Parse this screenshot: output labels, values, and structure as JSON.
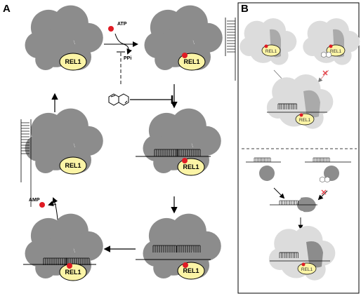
{
  "panels": {
    "a_label": "A",
    "b_label": "B"
  },
  "enzyme_label": "REL1",
  "molecules": {
    "atp": "ATP",
    "ppi": "PPi",
    "amp": "AMP"
  },
  "colors": {
    "cloud_dark": "#8c8c8c",
    "cloud_light": "#dcdcdc",
    "rel1_fill": "#fbf4a6",
    "atp_dot": "#e01b24",
    "inhibit_x": "#e8434b"
  }
}
